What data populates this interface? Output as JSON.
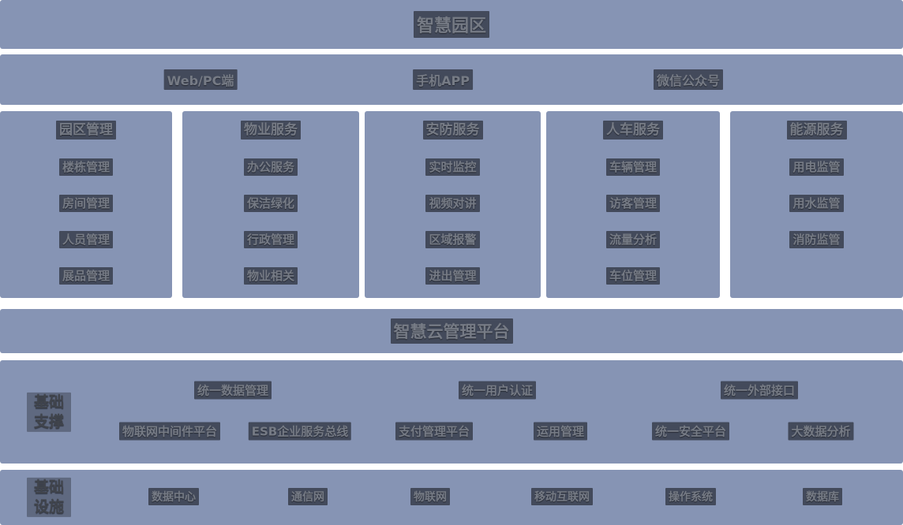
{
  "colors": {
    "band_background": "#8694B4",
    "page_background": "#ffffff",
    "label_text": "#767b85",
    "label_highlight": "rgba(5,6,10,0.52)"
  },
  "header": {
    "title": "智慧园区"
  },
  "channels": {
    "items": [
      "Web/PC端",
      "手机APP",
      "微信公众号"
    ]
  },
  "service_columns": [
    {
      "title": "园区管理",
      "items": [
        "楼栋管理",
        "房间管理",
        "人员管理",
        "展品管理"
      ]
    },
    {
      "title": "物业服务",
      "items": [
        "办公服务",
        "保洁绿化",
        "行政管理",
        "物业相关"
      ]
    },
    {
      "title": "安防服务",
      "items": [
        "实时监控",
        "视频对讲",
        "区域报警",
        "进出管理"
      ]
    },
    {
      "title": "人车服务",
      "items": [
        "车辆管理",
        "访客管理",
        "流量分析",
        "车位管理"
      ]
    },
    {
      "title": "能源服务",
      "items": [
        "用电监管",
        "用水监管",
        "消防监管"
      ]
    }
  ],
  "platform": {
    "title": "智慧云管理平台"
  },
  "support": {
    "label_line1": "基础",
    "label_line2": "支撑",
    "row1": [
      "统一数据管理",
      "统一用户认证",
      "统一外部接口"
    ],
    "row2": [
      "物联网中间件平台",
      "ESB企业服务总线",
      "支付管理平台",
      "运用管理",
      "统一安全平台",
      "大数据分析"
    ]
  },
  "infrastructure": {
    "label_line1": "基础",
    "label_line2": "设施",
    "items": [
      "数据中心",
      "通信网",
      "物联网",
      "移动互联网",
      "操作系统",
      "数据库"
    ]
  }
}
